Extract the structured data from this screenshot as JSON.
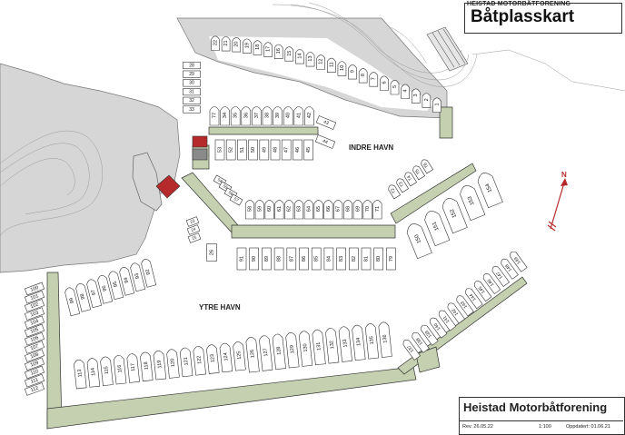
{
  "header": {
    "org_small": "HEISTAD MOTORBÅTFORENING",
    "title": "Båtplasskart"
  },
  "footer": {
    "org": "Heistad Motorbåtforening",
    "revision": "Rev. 26.05.22",
    "scale": "1:100",
    "updated": "Oppdatert: 01.06.21"
  },
  "areas": {
    "inner": "INDRE HAVN",
    "outer": "YTRE HAVN"
  },
  "compass": {
    "label": "N"
  },
  "colors": {
    "water": "#ffffff",
    "land": "#d6d6d6",
    "pier": "#c4d0b0",
    "red": "#b52b2b",
    "outline": "#333333"
  },
  "berths": {
    "row_top": [
      "22",
      "21",
      "20",
      "19",
      "18",
      "17",
      "16",
      "15",
      "14",
      "13",
      "12",
      "11",
      "10",
      "9",
      "8",
      "7",
      "6",
      "5",
      "4",
      "3",
      "2",
      "1"
    ],
    "left_stack": [
      "28",
      "29",
      "30",
      "31",
      "32",
      "33"
    ],
    "upper": [
      "77",
      "34",
      "35",
      "36",
      "37",
      "38",
      "39",
      "40",
      "41",
      "42"
    ],
    "side": [
      "43",
      "44"
    ],
    "lower": [
      "53",
      "52",
      "51",
      "50",
      "49",
      "48",
      "47",
      "46",
      "45"
    ],
    "slant": [
      "54",
      "55",
      "56",
      "57"
    ],
    "middle": [
      "58",
      "59",
      "60",
      "61",
      "62",
      "63",
      "64",
      "65",
      "66",
      "67",
      "68",
      "69",
      "70",
      "71"
    ],
    "right_small": [
      "72",
      "73",
      "74",
      "75",
      "76"
    ],
    "small_left": [
      "23",
      "24",
      "25"
    ],
    "single": "26",
    "south": [
      "91",
      "90",
      "89",
      "88",
      "87",
      "86",
      "85",
      "84",
      "83",
      "82",
      "81",
      "80",
      "79"
    ],
    "big_right": [
      "150",
      "151",
      "152",
      "153",
      "154"
    ],
    "west_stack": [
      "100",
      "101",
      "102",
      "103",
      "104",
      "105",
      "106",
      "107",
      "108",
      "109",
      "110",
      "111",
      "112"
    ],
    "west_fan": [
      "99",
      "98",
      "97",
      "96",
      "95",
      "94",
      "93",
      "92"
    ],
    "bottom": [
      "113",
      "114",
      "115",
      "116",
      "117",
      "118",
      "119",
      "120",
      "121",
      "122",
      "123",
      "124",
      "125",
      "126",
      "127",
      "128",
      "129",
      "130",
      "131",
      "132",
      "133",
      "134",
      "135",
      "136"
    ],
    "east_fan": [
      "137",
      "138",
      "139",
      "140",
      "141",
      "142",
      "143",
      "144",
      "145",
      "146",
      "147",
      "148",
      "149"
    ]
  }
}
